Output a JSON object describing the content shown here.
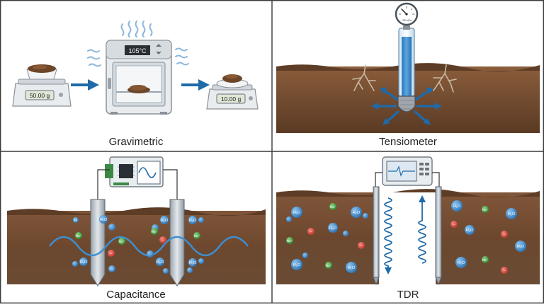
{
  "panels": {
    "gravimetric": {
      "title": "Gravimetric",
      "scale_left_reading": "50.00 g",
      "scale_right_reading": "10.00 g",
      "oven_temperature": "105°C"
    },
    "tensiometer": {
      "title": "Tensiometer",
      "gauge_reading": "-30 kPa"
    },
    "capacitance": {
      "title": "Capacitance"
    },
    "tdr": {
      "title": "TDR"
    }
  },
  "molecule_labels": {
    "water": "H₂O",
    "hydrogen": "H",
    "sodium": "Na⁺",
    "minus": "−"
  },
  "colors": {
    "soil_top": "#7a5236",
    "soil_bottom": "#5c3b24",
    "water_blue": "#2f7fc0",
    "arrow_blue": "#1f6aa8",
    "panel_border": "#333333",
    "sodium_green": "#3f9a3a",
    "chloride_red": "#d9463b"
  }
}
